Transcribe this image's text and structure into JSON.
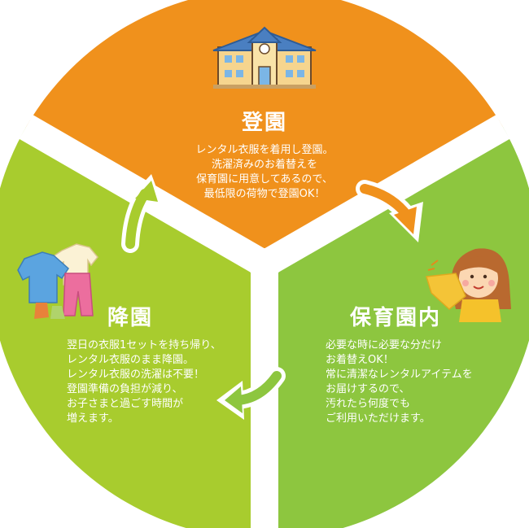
{
  "colors": {
    "top": "#F0911C",
    "right": "#8DC63F",
    "left": "#A8CC2E",
    "arrow_orange": "#F0911C",
    "arrow_green": "#8DC63F",
    "arrow_lime": "#A8CC2E"
  },
  "segments": {
    "top": {
      "title": "登園",
      "lines": [
        "レンタル衣服を着用し登園。",
        "洗濯済みのお着替えを",
        "保育園に用意してあるので、",
        "最低限の荷物で登園OK！"
      ],
      "icon": "school-building-icon"
    },
    "right": {
      "title": "保育園内",
      "lines": [
        "必要な時に必要な分だけ",
        "お着替えOK！",
        "常に清潔なレンタルアイテムを",
        "お届けするので、",
        "汚れたら何度でも",
        "ご利用いただけます。"
      ],
      "icon": "child-holding-clothes-icon"
    },
    "left": {
      "title": "降園",
      "lines": [
        "翌日の衣服1セットを持ち帰り、",
        "レンタル衣服のまま降園。",
        "レンタル衣服の洗濯は不要！",
        "登園準備の負担が減り、",
        "お子さまと過ごす時間が",
        "増えます。"
      ],
      "icon": "kids-clothes-icon"
    }
  }
}
